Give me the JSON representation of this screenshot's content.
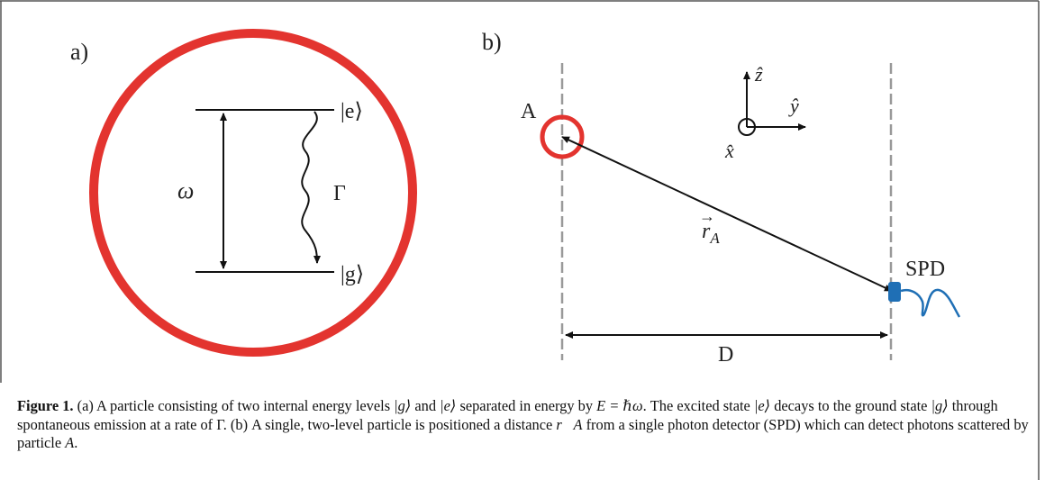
{
  "panel_a": {
    "label": "a)",
    "top_state": "|e⟩",
    "bottom_state": "|g⟩",
    "frequency_symbol": "ω",
    "decay_symbol": "Γ",
    "circle_color": "#e3342f"
  },
  "panel_b": {
    "label": "b)",
    "particle_label": "A",
    "vector_label": "r",
    "vector_subscript": "A",
    "detector_label": "SPD",
    "distance_label": "D",
    "axis_z": "ẑ",
    "axis_y": "ŷ",
    "axis_x": "x̂",
    "particle_color": "#e3342f",
    "detector_color": "#1f6fb5"
  },
  "caption": {
    "figure_label": "Figure 1.",
    "part1": " (a) A particle consisting of two internal energy levels ",
    "g1": "|g⟩",
    "part2": " and ",
    "e1": "|e⟩",
    "part3": " separated in energy by ",
    "energy": "E = ℏω",
    "part4": ". The excited state ",
    "e2": "|e⟩",
    "part5": " decays to the ground state ",
    "g2": "|g⟩",
    "part6": " through spontaneous emission at a rate of ",
    "gamma": "Γ",
    "part7": ". (b) A single, two-level particle is positioned a distance ",
    "rA": "r⃗A",
    "part8": " from a single photon detector (SPD) which can detect photons scattered by particle ",
    "particle": "A",
    "part9": "."
  }
}
